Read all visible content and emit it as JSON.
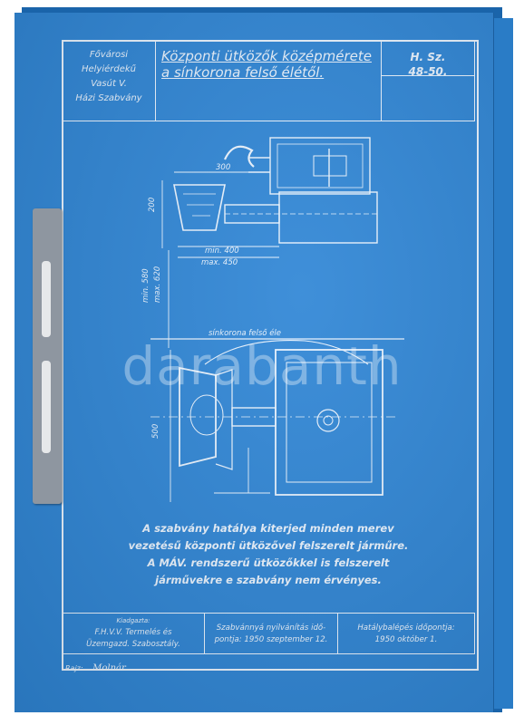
{
  "header": {
    "org_lines": [
      "Fővárosi",
      "Helyiérdekű",
      "Vasút V.",
      "Házi Szabvány"
    ],
    "title_lines": [
      "Központi ütközők középmérete",
      "a sínkorona felső élétől."
    ],
    "code_label": "H. Sz.",
    "code_value": "48-50."
  },
  "drawing": {
    "dim_300": "300",
    "dim_200": "200",
    "dim_min400": "min. 400",
    "dim_max450": "max. 450",
    "dim_min580": "min. 580",
    "dim_max620": "max. 620",
    "rail_edge": "sínkorona felső éle",
    "dim_500": "500"
  },
  "note_lines": [
    "A szabvány hatálya kiterjed minden merev",
    "vezetésű központi ütközővel felszerelt járműre.",
    "A MÁV. rendszerű ütközőkkel is felszerelt",
    "járművekre e szabvány nem érvényes."
  ],
  "footer": {
    "issuer_label": "Kiadgazta:",
    "issuer_lines": [
      "F.H.V.V.  Termelés és",
      "Üzemgazd. Szabosztály."
    ],
    "declared_lines": [
      "Szabvánnyá nyilvánítás idő-",
      "pontja: 1950 szeptember 12."
    ],
    "effective_lines": [
      "Hatálybalépés időpontja:",
      "1950 október 1."
    ],
    "drawn_label": "Rajz:",
    "drawn_name": "Molnár"
  },
  "watermark": "darabanth",
  "colors": {
    "blueprint": "#2f86d6",
    "ink": "#eaf4ff",
    "clip": "#8e96a0"
  }
}
